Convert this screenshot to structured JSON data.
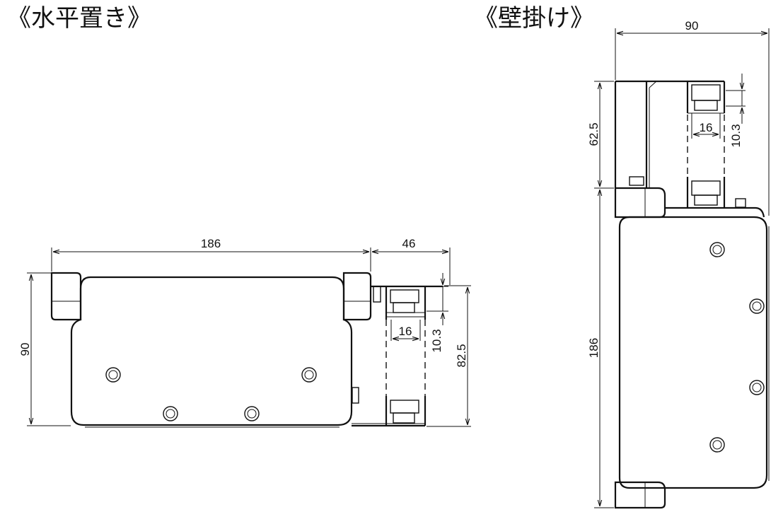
{
  "titles": {
    "horizontal": "《水平置き》",
    "wall": "《壁掛け》"
  },
  "horizontal_view": {
    "dim_width": "186",
    "dim_bracket": "46",
    "dim_height": "90",
    "dim_pipe_width": "16",
    "dim_pipe_depth": "10.3",
    "dim_right_height": "82.5"
  },
  "wall_view": {
    "dim_width": "90",
    "dim_top": "62.5",
    "dim_pipe_width": "16",
    "dim_pipe_depth": "10.3",
    "dim_length": "186"
  }
}
